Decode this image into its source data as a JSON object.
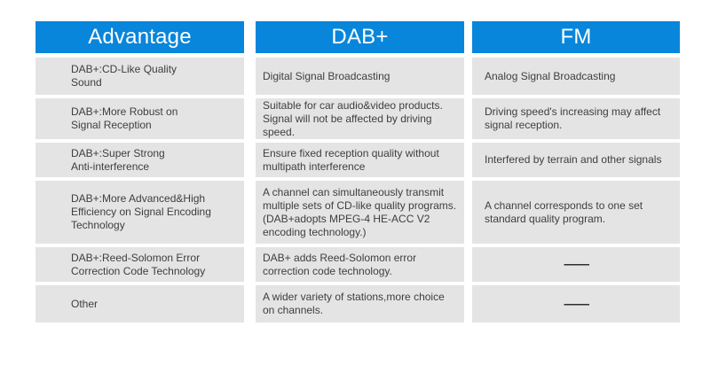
{
  "table": {
    "columns": [
      {
        "key": "advantage",
        "header": "Advantage"
      },
      {
        "key": "dab",
        "header": "DAB+"
      },
      {
        "key": "fm",
        "header": "FM"
      }
    ],
    "rows": [
      {
        "advantage": "DAB+:CD-Like Quality\nSound",
        "dab": "Digital Signal Broadcasting",
        "fm": "Analog Signal Broadcasting"
      },
      {
        "advantage": "DAB+:More Robust on\nSignal Reception",
        "dab": "Suitable for car audio&video products.\nSignal will not be affected by driving\nspeed.",
        "fm": "Driving speed's increasing may affect\nsignal reception."
      },
      {
        "advantage": "DAB+:Super Strong\nAnti-interference",
        "dab": "Ensure fixed reception quality without\nmultipath interference",
        "fm": "Interfered by terrain and other signals"
      },
      {
        "advantage": "DAB+:More Advanced&High\nEfficiency on Signal Encoding\nTechnology",
        "dab": "A channel can simultaneously transmit\nmultiple sets of CD-like quality programs.\n(DAB+adopts MPEG-4 HE-ACC V2\nencoding technology.)",
        "fm": "A channel corresponds to one set\nstandard quality program."
      },
      {
        "advantage": "DAB+:Reed-Solomon Error\nCorrection Code Technology",
        "dab": "DAB+ adds Reed-Solomon error\ncorrection code technology.",
        "fm": "——"
      },
      {
        "advantage": "Other",
        "dab": "A wider variety of stations,more choice\non channels.",
        "fm": "——"
      }
    ]
  },
  "colors": {
    "header_bg": "#0886db",
    "header_text": "#ffffff",
    "cell_bg": "#e4e4e4",
    "body_text": "#3e3e3e"
  }
}
